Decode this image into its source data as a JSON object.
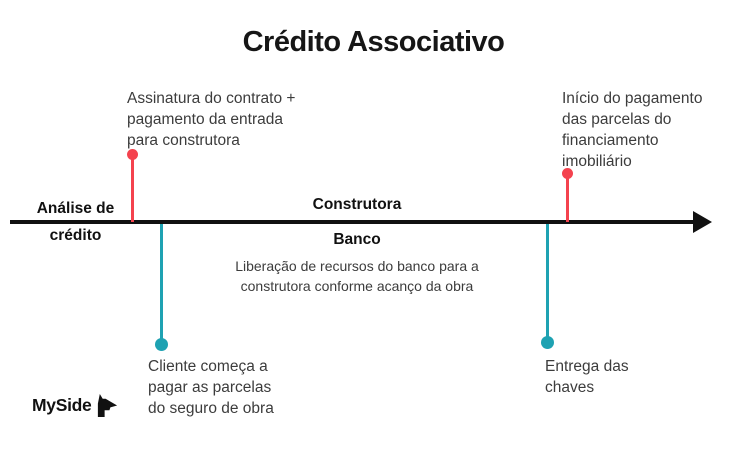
{
  "title": "Crédito Associativo",
  "colors": {
    "marker_red": "#f4424e",
    "marker_teal": "#1ea2b2",
    "axis_black": "#111111",
    "label_gray": "#3c3c3c"
  },
  "timeline": {
    "start_label_top": "Análise de",
    "start_label_bottom": "crédito",
    "above_axis_label": "Construtora",
    "below_axis_label": "Banco",
    "below_axis_description": "Liberação de recursos do banco para a\nconstrutora conforme acanço da obra"
  },
  "events": [
    {
      "marker_color": "red",
      "position": "above-axis-left",
      "label": "Assinatura do contrato +\npagamento da entrada\npara construtora"
    },
    {
      "marker_color": "teal",
      "position": "below-axis-left",
      "label": "Cliente começa a\npagar as parcelas\ndo seguro de obra"
    },
    {
      "marker_color": "red",
      "position": "above-axis-right",
      "label": "Início do pagamento\ndas parcelas do\nfinanciamento\nimobiliário"
    },
    {
      "marker_color": "teal",
      "position": "below-axis-right",
      "label": "Entrega das\nchaves"
    }
  ],
  "logo": {
    "text": "MySide",
    "icon": "dog-icon"
  }
}
